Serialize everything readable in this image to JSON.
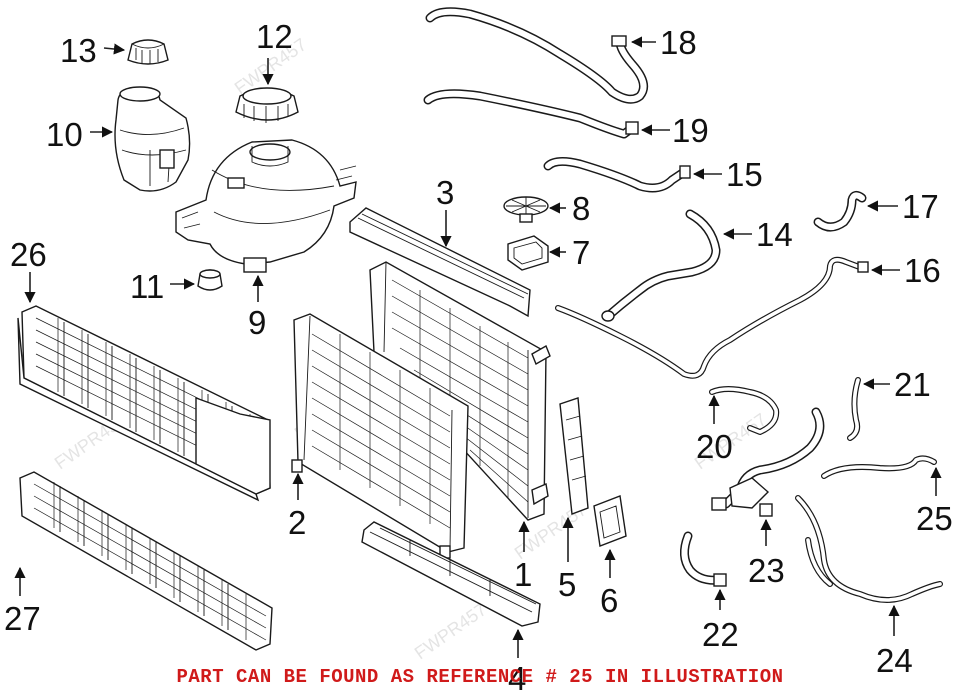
{
  "callouts": {
    "c1": "1",
    "c2": "2",
    "c3": "3",
    "c4": "4",
    "c5": "5",
    "c6": "6",
    "c7": "7",
    "c8": "8",
    "c9": "9",
    "c10": "10",
    "c11": "11",
    "c12": "12",
    "c13": "13",
    "c14": "14",
    "c15": "15",
    "c16": "16",
    "c17": "17",
    "c18": "18",
    "c19": "19",
    "c20": "20",
    "c21": "21",
    "c22": "22",
    "c23": "23",
    "c24": "24",
    "c25": "25",
    "c26": "26",
    "c27": "27"
  },
  "watermark": "FWPR457",
  "footer": {
    "note": "PART CAN BE FOUND AS REFERENCE # 25 IN ILLUSTRATION",
    "color": "#d01a1a"
  }
}
